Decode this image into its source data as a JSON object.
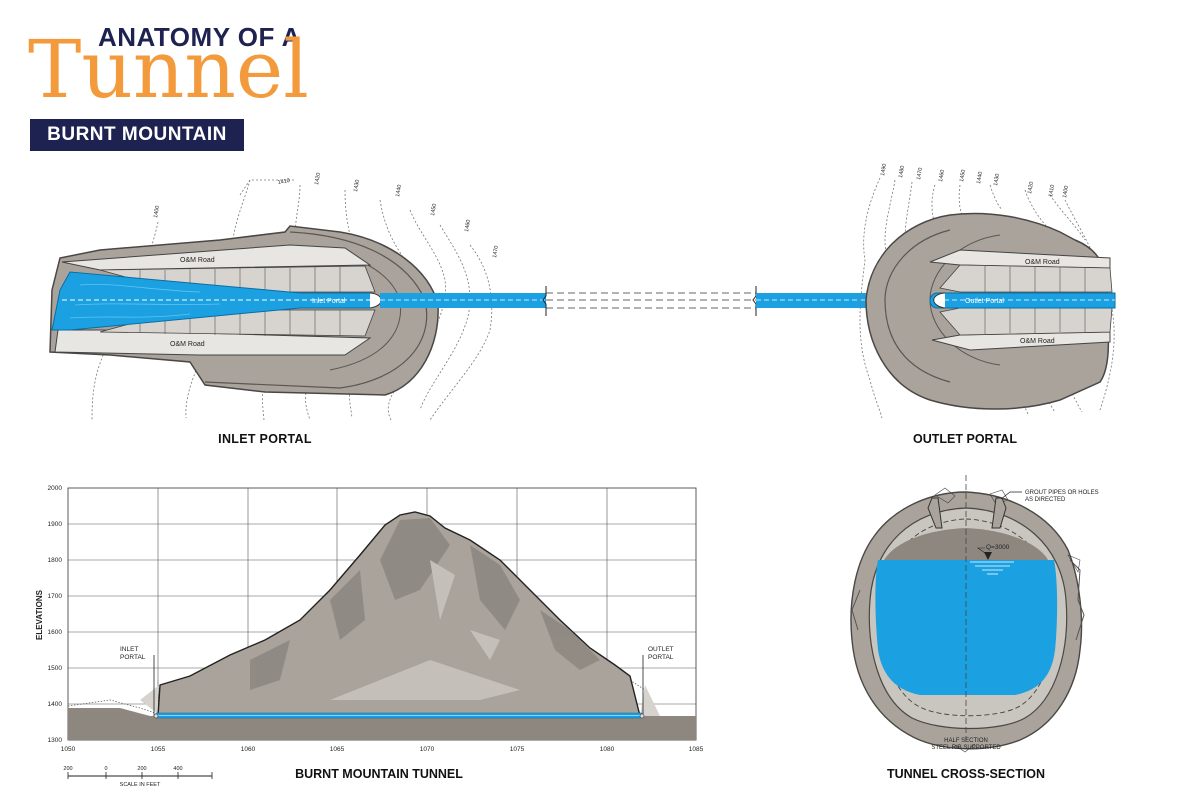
{
  "header": {
    "title_top": "ANATOMY OF A",
    "title_main": "Tunnel",
    "subtitle": "BURNT MOUNTAIN"
  },
  "inlet_portal": {
    "caption": "INLET PORTAL",
    "portal_label": "Inlet Portal",
    "road_labels": [
      "O&M Road",
      "O&M Road"
    ],
    "contours": [
      "1400",
      "1410",
      "1420",
      "1430",
      "1440",
      "1450",
      "1460",
      "1470"
    ]
  },
  "outlet_portal": {
    "caption": "OUTLET PORTAL",
    "portal_label": "Outlet Portal",
    "road_labels": [
      "O&M Road",
      "O&M Road"
    ],
    "contours": [
      "1490",
      "1480",
      "1470",
      "1460",
      "1450",
      "1440",
      "1430",
      "1420",
      "1410",
      "1400"
    ]
  },
  "profile": {
    "caption": "BURNT MOUNTAIN TUNNEL",
    "ylabel": "ELEVATIONS",
    "y_ticks": [
      "2000",
      "1900",
      "1800",
      "1700",
      "1600",
      "1500",
      "1400",
      "1300"
    ],
    "x_ticks": [
      "1050",
      "1055",
      "1060",
      "1065",
      "1070",
      "1075",
      "1080",
      "1085"
    ],
    "inlet_label": [
      "INLET",
      "PORTAL"
    ],
    "outlet_label": [
      "OUTLET",
      "PORTAL"
    ]
  },
  "scale": {
    "ticks": [
      "200",
      "0",
      "200",
      "400"
    ],
    "label": "SCALE IN FEET"
  },
  "cross_section": {
    "caption": "TUNNEL CROSS-SECTION",
    "grout_label": [
      "GROUT PIPES OR HOLES",
      "AS DIRECTED"
    ],
    "flow_label": "Q=3000",
    "bottom_label": [
      "HALF SECTION",
      "STEEL RIB SUPPORTED"
    ]
  },
  "colors": {
    "navy": "#1e2251",
    "orange": "#f39a3d",
    "water": "#1ba1e2",
    "rock": "#a9a39c",
    "rock_dark": "#8d8780"
  }
}
